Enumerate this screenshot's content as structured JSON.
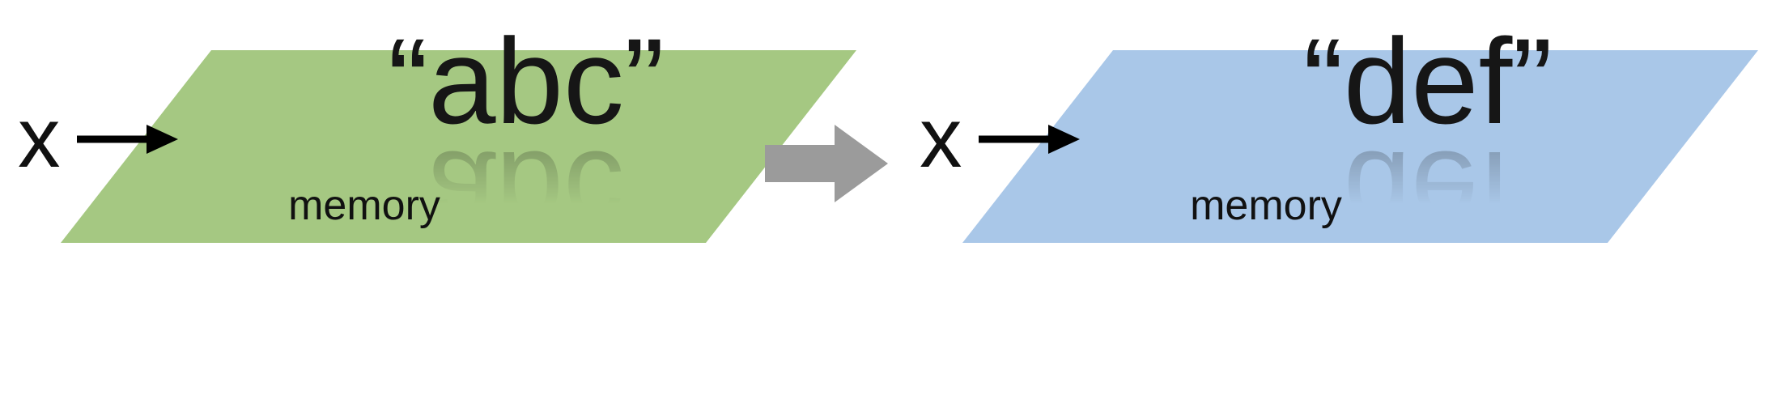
{
  "colors": {
    "connector": "#000000",
    "transition_arrow": "#9b9b9b"
  },
  "before": {
    "variable": "x",
    "value": "“abc”",
    "label": "memory",
    "fill": "#a5c882"
  },
  "after": {
    "variable": "x",
    "value": "“def”",
    "label": "memory",
    "fill": "#a9c7e8"
  }
}
